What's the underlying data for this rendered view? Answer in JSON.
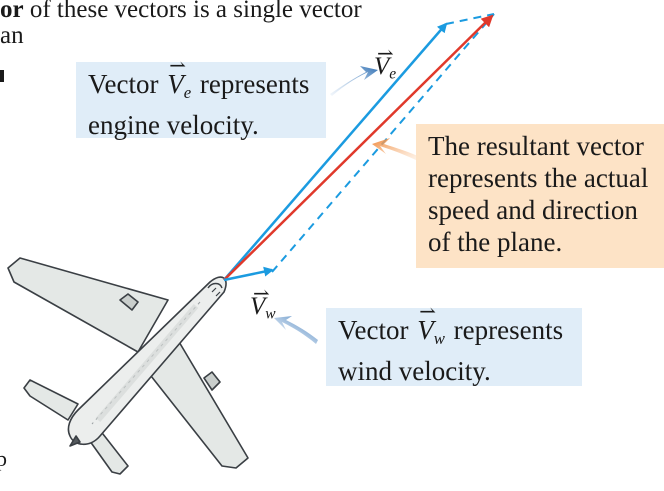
{
  "top_text": {
    "bold": "or",
    "rest": " of these vectors is a single vector"
  },
  "second_line": "an",
  "stray_chars": {
    "first": "p"
  },
  "callouts": {
    "engine": {
      "prefix": "Vector",
      "symbol_letter": "V",
      "symbol_sub": "e",
      "suffix": "represents",
      "line2": "engine velocity."
    },
    "resultant": {
      "line1": "The resultant vector",
      "line2": "represents the actual",
      "line3": "speed and direction",
      "line4": "of the plane."
    },
    "wind": {
      "prefix": "Vector",
      "symbol_letter": "V",
      "symbol_sub": "w",
      "suffix": "represents",
      "line2": "wind velocity."
    }
  },
  "vector_labels": {
    "engine": {
      "letter": "V",
      "sub": "e"
    },
    "wind": {
      "letter": "V",
      "sub": "w"
    }
  },
  "colors": {
    "engine_vector": "#1b9be0",
    "resultant_vector": "#e0392b",
    "wind_vector": "#1b9be0",
    "blue_pointer": "#2e6fb3",
    "orange_pointer": "#f0883a",
    "callout_blue_bg": "#e0edf8",
    "callout_orange_bg": "#fde3c6",
    "plane_body": "#e8ebe9",
    "plane_outline": "#3a3f44"
  },
  "icons": {
    "airplane": "airplane-icon",
    "arrow": "vector-arrow"
  }
}
